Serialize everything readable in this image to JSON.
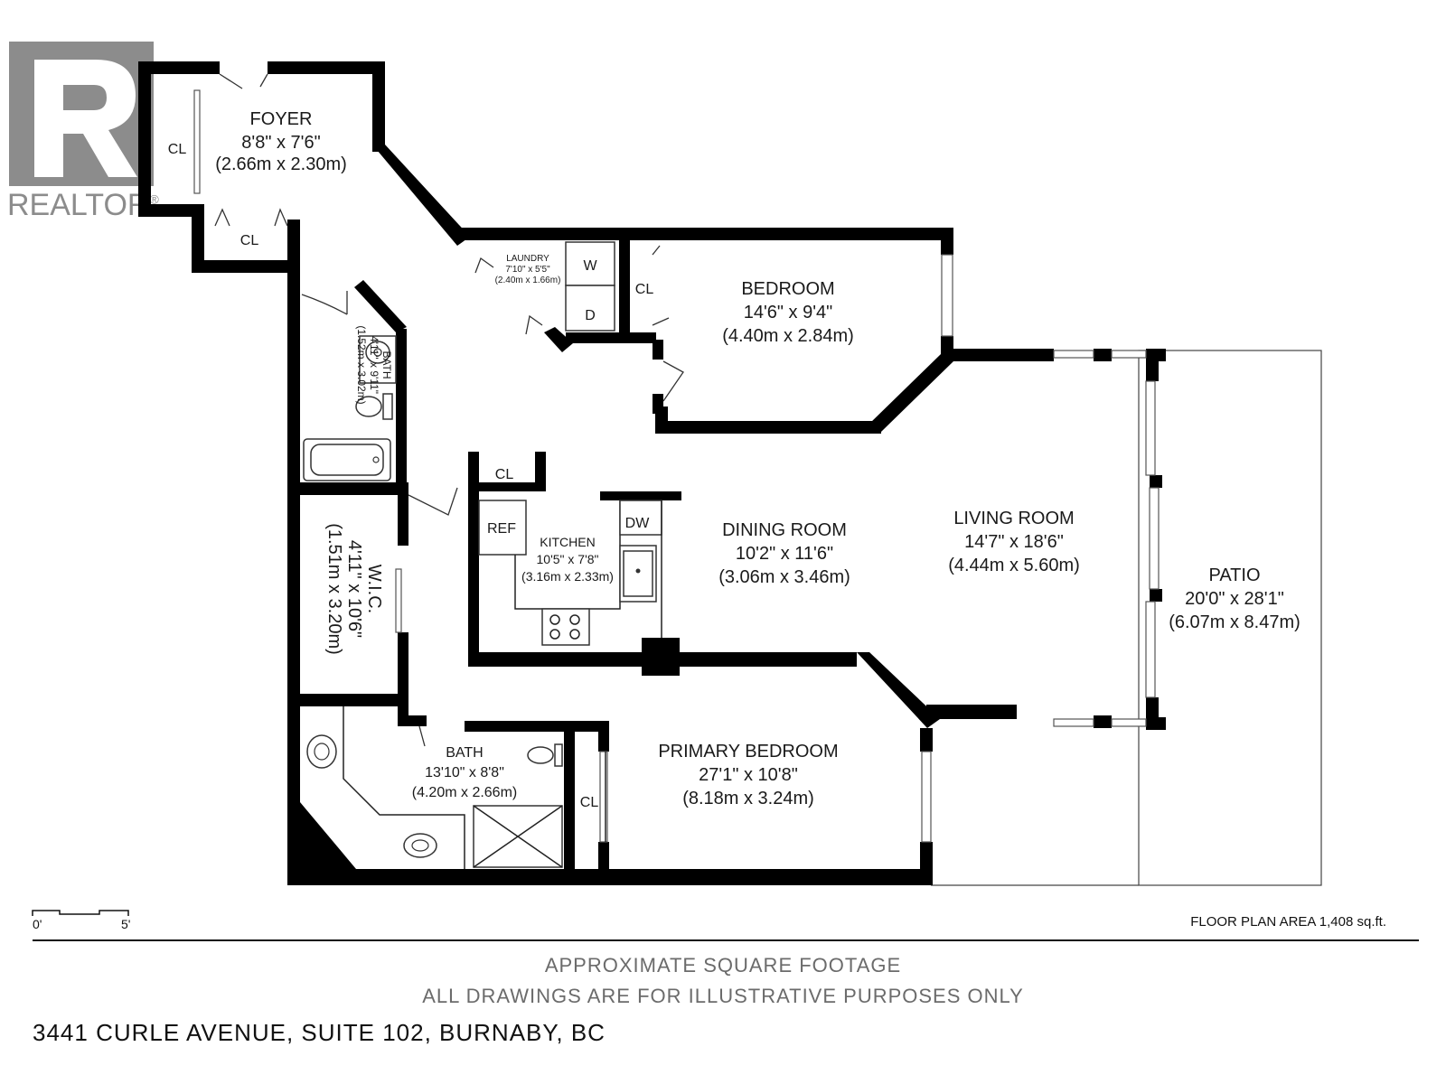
{
  "logo": {
    "text": "REALTOR",
    "mark": "®"
  },
  "rooms": {
    "foyer": {
      "name": "FOYER",
      "dim_imp": "8'8\" x 7'6\"",
      "dim_met": "(2.66m x 2.30m)"
    },
    "laundry": {
      "name": "LAUNDRY",
      "dim_imp": "7'10\" x 5'5\"",
      "dim_met": "(2.40m x 1.66m)"
    },
    "bedroom": {
      "name": "BEDROOM",
      "dim_imp": "14'6\" x 9'4\"",
      "dim_met": "(4.40m x 2.84m)"
    },
    "bath1": {
      "name": "BATH",
      "dim_imp": "4'11\" x 9'11\"",
      "dim_met": "(1.52m x 3.02m)"
    },
    "wic": {
      "name": "W.I.C.",
      "dim_imp": "4'11\" x 10'6\"",
      "dim_met": "(1.51m x 3.20m)"
    },
    "kitchen": {
      "name": "KITCHEN",
      "dim_imp": "10'5\" x 7'8\"",
      "dim_met": "(3.16m x 2.33m)"
    },
    "dining": {
      "name": "DINING ROOM",
      "dim_imp": "10'2\" x 11'6\"",
      "dim_met": "(3.06m x 3.46m)"
    },
    "living": {
      "name": "LIVING ROOM",
      "dim_imp": "14'7\" x 18'6\"",
      "dim_met": "(4.44m x 5.60m)"
    },
    "patio": {
      "name": "PATIO",
      "dim_imp": "20'0\" x 28'1\"",
      "dim_met": "(6.07m x 8.47m)"
    },
    "bath2": {
      "name": "BATH",
      "dim_imp": "13'10\" x 8'8\"",
      "dim_met": "(4.20m x 2.66m)"
    },
    "primary": {
      "name": "PRIMARY BEDROOM",
      "dim_imp": "27'1\" x 10'8\"",
      "dim_met": "(8.18m x 3.24m)"
    }
  },
  "labels": {
    "closet": "CL",
    "washer": "W",
    "dryer": "D",
    "fridge": "REF",
    "dishwasher": "DW"
  },
  "scale": {
    "start": "0'",
    "end": "5'"
  },
  "floor_area": "FLOOR PLAN AREA 1,408 sq.ft.",
  "disclaimer": {
    "line1": "APPROXIMATE SQUARE FOOTAGE",
    "line2": "ALL DRAWINGS ARE FOR ILLUSTRATIVE PURPOSES ONLY"
  },
  "address": "3441 CURLE AVENUE, SUITE 102, BURNABY, BC"
}
